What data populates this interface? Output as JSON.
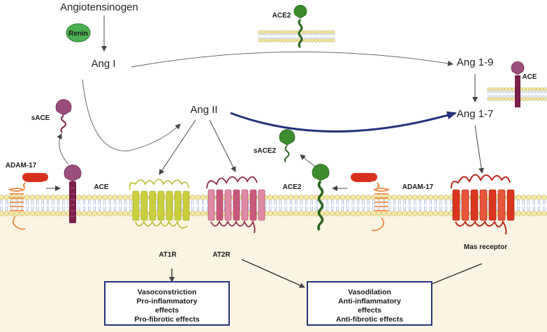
{
  "labels": {
    "angiotensinogen": "Angiotensinogen",
    "renin": "Renin",
    "ace2_top": "ACE2",
    "ang1": "Ang I",
    "ang19": "Ang 1-9",
    "ace_right": "ACE",
    "ang2": "Ang II",
    "ang17": "Ang 1-7",
    "sace": "sACE",
    "sace2": "sACE2",
    "adam17_left": "ADAM-17",
    "adam17_right": "ADAM-17",
    "ace_membrane": "ACE",
    "ace2_membrane": "ACE2",
    "at1r": "AT1R",
    "at2r": "AT2R",
    "mas": "Mas receptor"
  },
  "box_left": [
    "Vasoconstriction",
    "Pro-inflammatory",
    "effects",
    "Pro-fibrotic effects"
  ],
  "box_right": [
    "Vasodilation",
    "Anti-inflammatory",
    "effects",
    "Anti-fibrotic effects"
  ],
  "colors": {
    "membrane_head": "#f4e9a6",
    "membrane_head_stroke": "#b9a24a",
    "membrane_tail": "#8fa6d8",
    "cytoplasm": "#fbf4e2",
    "navy": "#24327a",
    "arrow": "#444444",
    "renin": "#4caf50",
    "ace_purple": "#9b4d7c",
    "ace_dark": "#7a1f4a",
    "ace2_green": "#3c8c2f",
    "adam_red": "#d9301e",
    "adam_orange": "#ef8a45",
    "at1r_yellow": "#c9cf3c",
    "at2r_pink": "#c9597a",
    "mas_red": "#d9361f"
  }
}
